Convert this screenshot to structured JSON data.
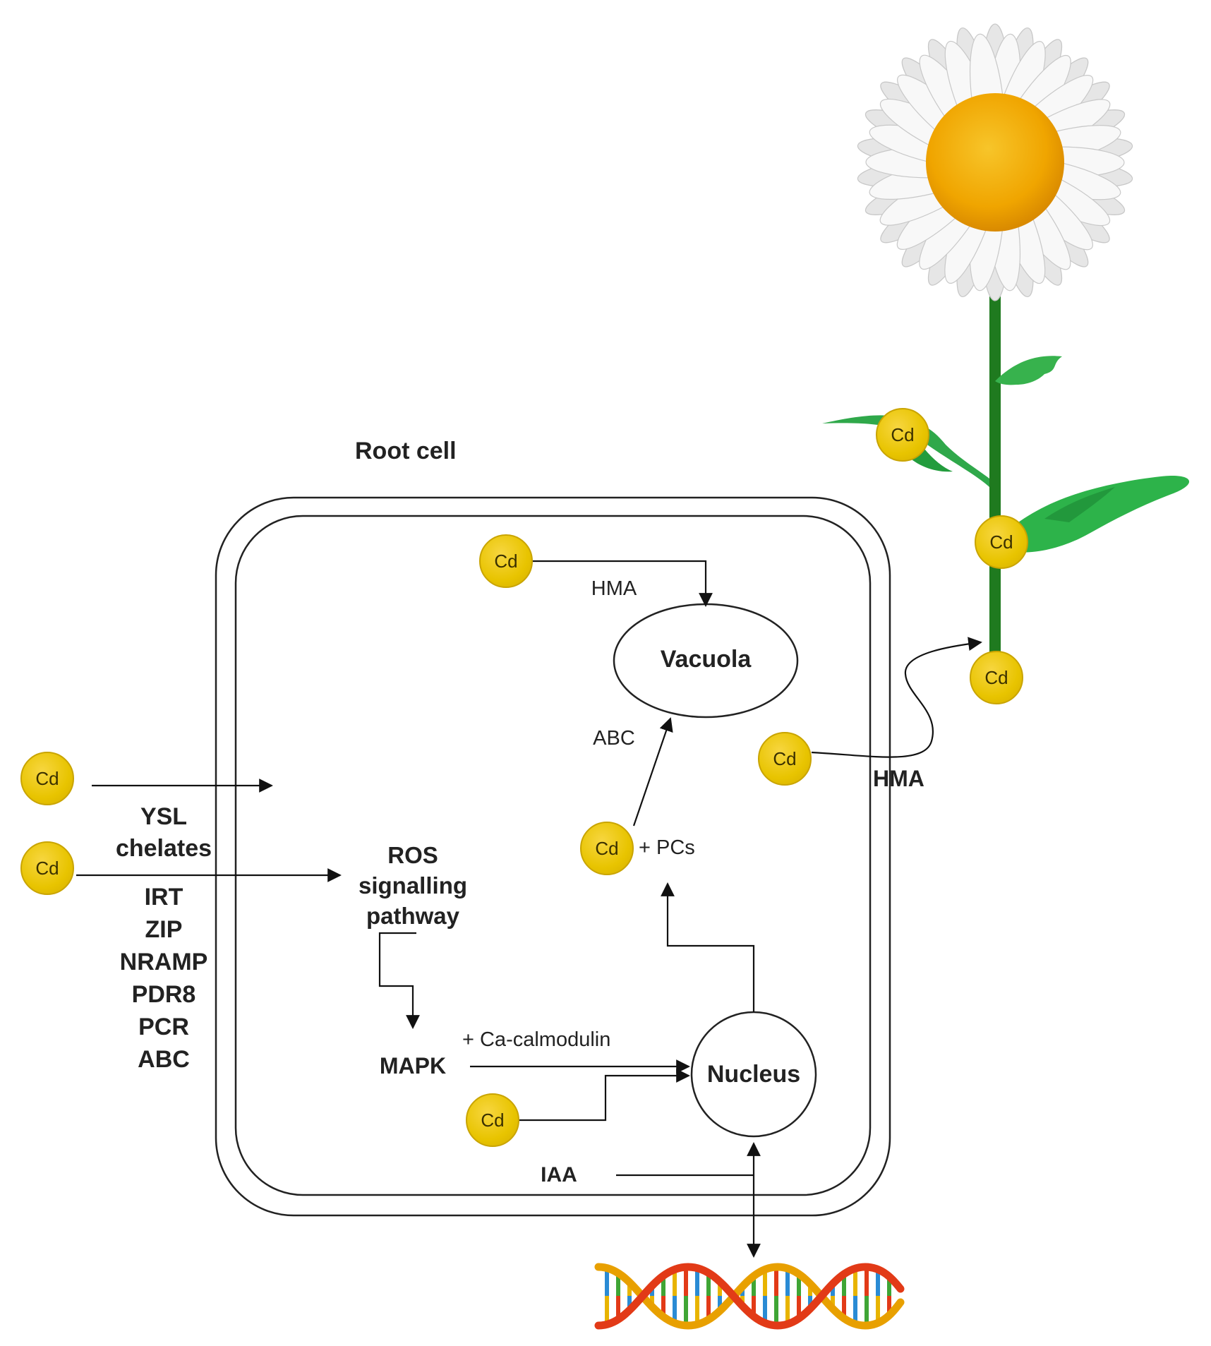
{
  "title": "Root cell",
  "cd_label": "Cd",
  "labels": {
    "hma_top": "HMA",
    "vacuola": "Vacuola",
    "abc_vac": "ABC",
    "pcs": "+ PCs",
    "hma_right": "HMA",
    "ysl": "YSL",
    "chelates": "chelates",
    "ros": [
      "ROS",
      "signalling",
      "pathway"
    ],
    "ca_calmodulin": "+ Ca-calmodulin",
    "mapk": "MAPK",
    "nucleus": "Nucleus",
    "iaa": "IAA"
  },
  "transporters": [
    "IRT",
    "ZIP",
    "NRAMP",
    "PDR8",
    "PCR",
    "ABC"
  ],
  "colors": {
    "cd_fill": "#e8c400",
    "petal": "#f2f2f2",
    "flower_center": "#f2a900",
    "stem": "#1f7a1f",
    "leaf": "#2db34a"
  }
}
